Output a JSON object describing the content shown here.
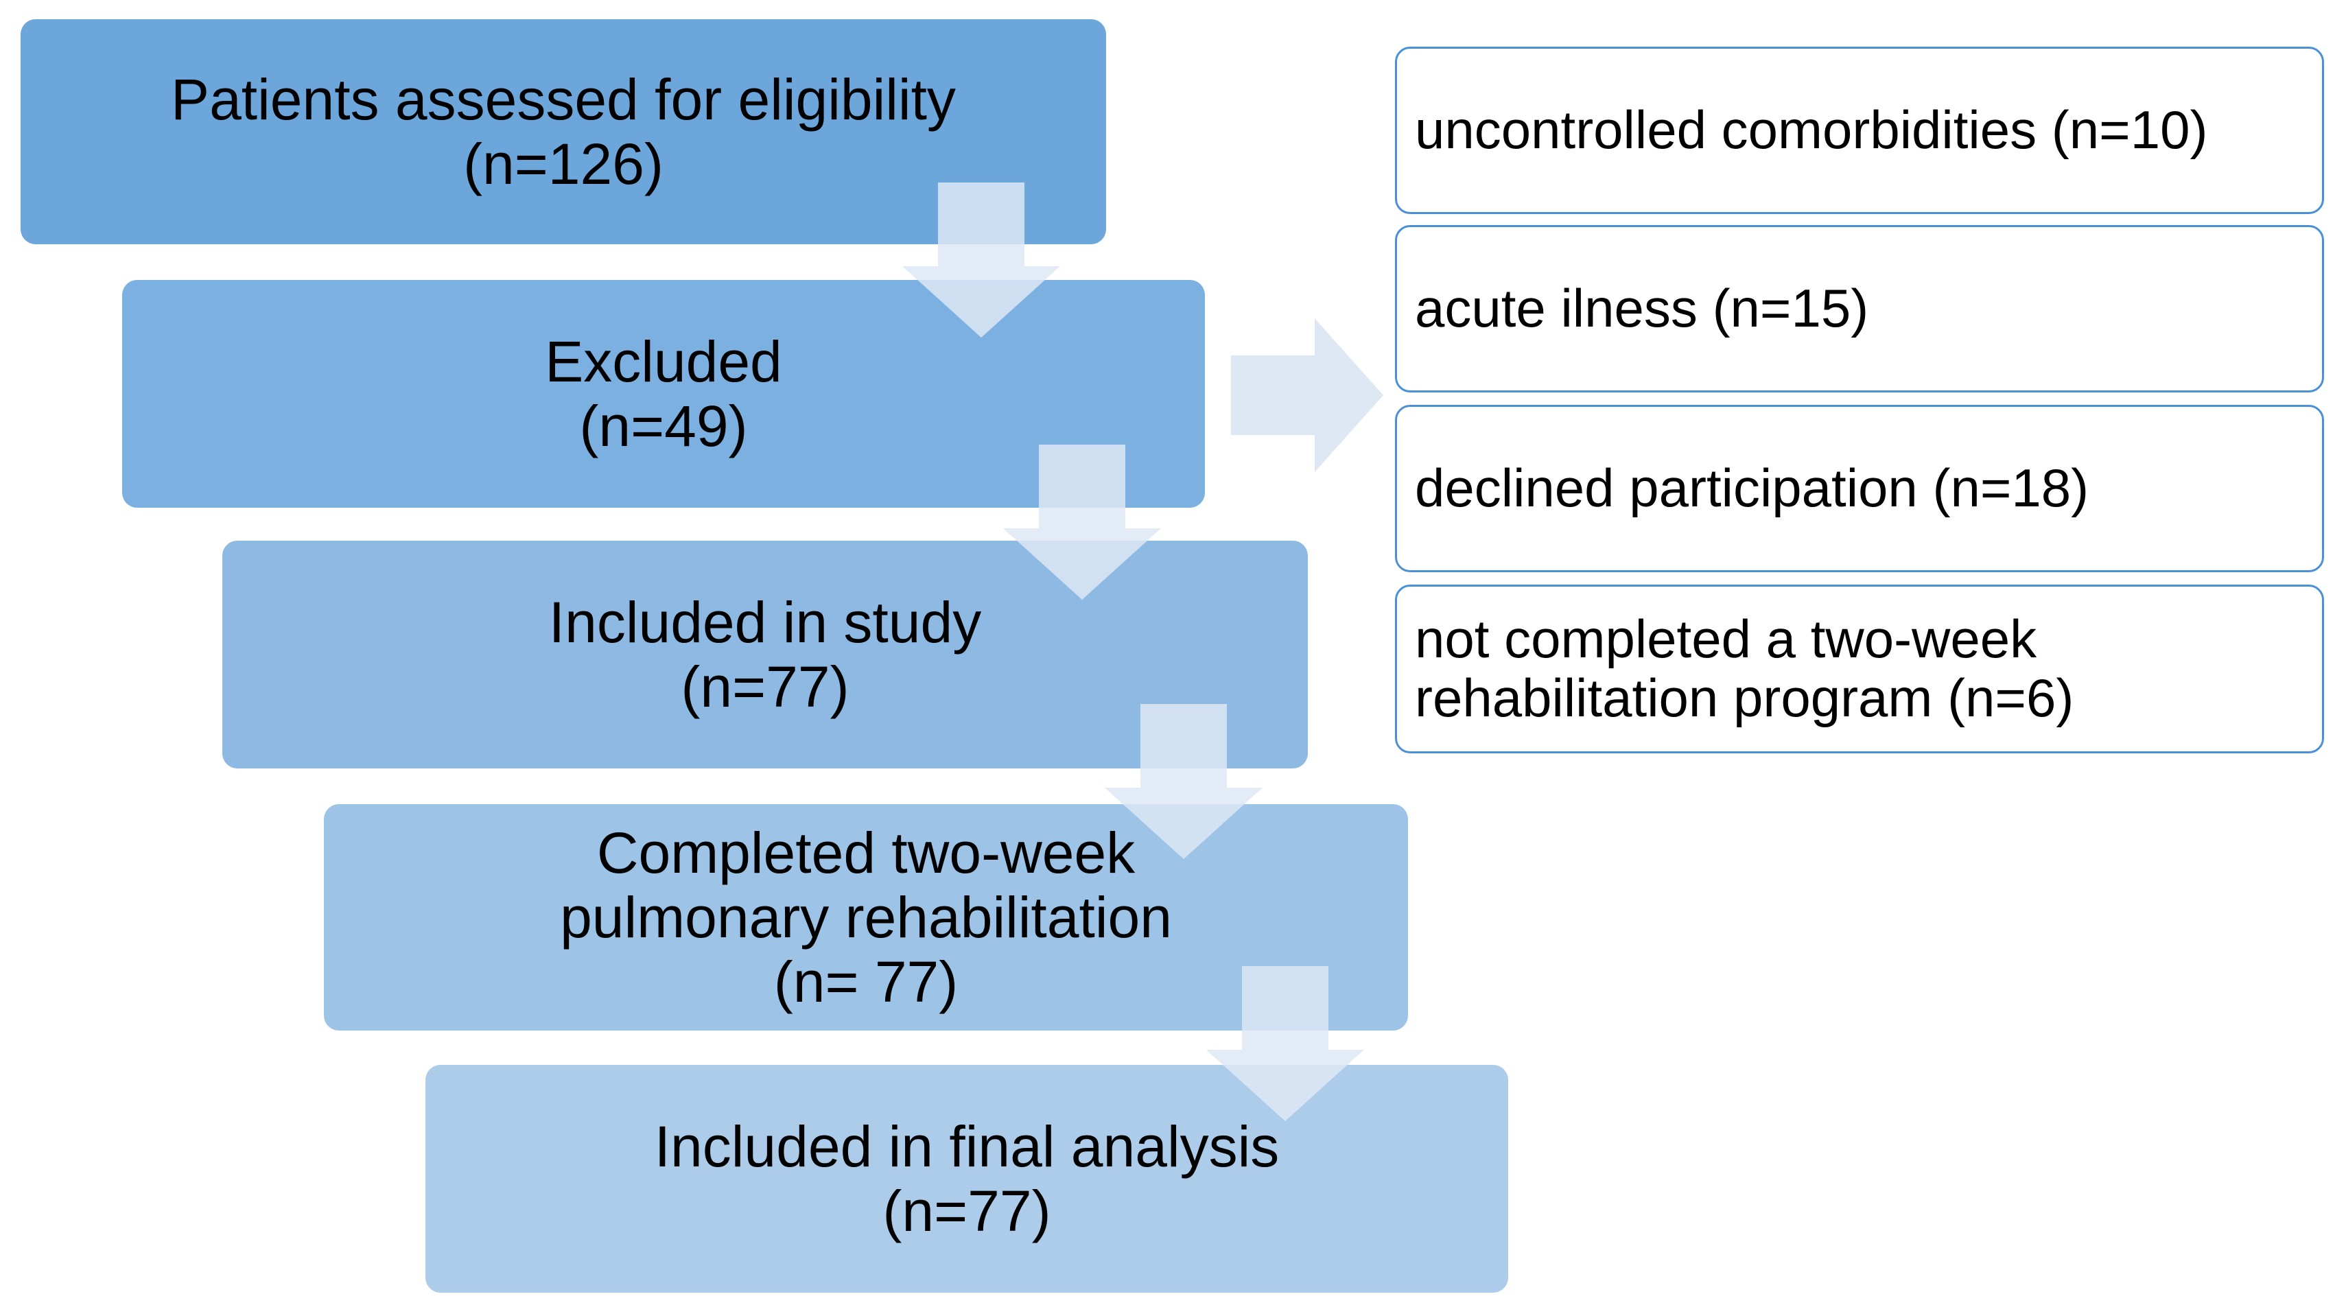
{
  "flow_steps": [
    {
      "lines": [
        "Patients assessed for eligibility",
        "(n=126)"
      ],
      "color": "#6ca6db"
    },
    {
      "lines": [
        "Excluded",
        "(n=49)"
      ],
      "color": "#7cb0e0"
    },
    {
      "lines": [
        "Included in study",
        "(n=77)"
      ],
      "color": "#8db9e3"
    },
    {
      "lines": [
        "Completed two-week",
        "pulmonary rehabilitation",
        "(n= 77)"
      ],
      "color": "#9dc3e7"
    },
    {
      "lines": [
        "Included in final analysis",
        "(n=77)"
      ],
      "color": "#acccea"
    }
  ],
  "exclusion_reasons": [
    {
      "lines": [
        "uncontrolled comorbidities (n=10)"
      ]
    },
    {
      "lines": [
        "acute ilness (n=15)"
      ]
    },
    {
      "lines": [
        "declined participation (n=18)"
      ]
    },
    {
      "lines": [
        "not completed a two-week",
        "rehabilitation program (n=6)"
      ]
    }
  ],
  "colors": {
    "arrow_fill": "#dde8f4",
    "reason_border": "#4a90d6"
  }
}
